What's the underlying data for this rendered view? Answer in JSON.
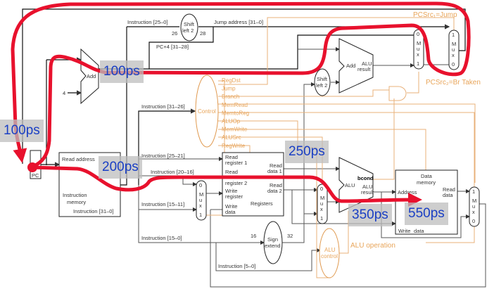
{
  "colors": {
    "path": "#e8112d",
    "control": "#e8a55a",
    "latency_text": "#1a3fc4",
    "latency_bg": "#bebebe"
  },
  "blocks": {
    "pc": "PC",
    "pc_adder": "Add",
    "const_four": "4",
    "imem": {
      "read_address": "Read address",
      "instruction": "Instruction [31–0]",
      "title1": "Instruction",
      "title2": "memory"
    },
    "shift_jump": {
      "l1": "Shift",
      "l2": "left 2",
      "in_width": "26",
      "out_width": "28"
    },
    "control": "Control",
    "registers": {
      "rr1a": "Read",
      "rr1b": "register 1",
      "rr2a": "Read",
      "rr2b": "register 2",
      "wra": "Write",
      "wrb": "register",
      "wda": "Write",
      "wdb": "data",
      "title": "Registers",
      "rd1a": "Read",
      "rd1b": "data 1",
      "rd2a": "Read",
      "rd2b": "data 2"
    },
    "sign_extend": {
      "l1": "Sign",
      "l2": "extend",
      "in_width": "16",
      "out_width": "32"
    },
    "alu_control": {
      "l1": "ALU",
      "l2": "control"
    },
    "alu": {
      "name": "ALU",
      "result1": "ALU",
      "result2": "result",
      "bcond": "bcond"
    },
    "branch_adder": {
      "name": "Add",
      "result1": "ALU",
      "result2": "result"
    },
    "shift_branch": {
      "l1": "Shift",
      "l2": "left 2"
    },
    "dmem": {
      "address": "Address",
      "read1": "Read",
      "read2": "data",
      "write1": "Write",
      "write2": "data",
      "title1": "Data",
      "title2": "memory"
    },
    "mux": {
      "m": "M",
      "u": "u",
      "x": "x",
      "zero": "0",
      "one": "1"
    }
  },
  "wires": {
    "instr_25_0": "Instruction [25–0]",
    "jump_address": "Jump address [31–0]",
    "pc4_31_28": "PC+4 [31–28]",
    "instr_31_26": "Instruction [31–26]",
    "instr_25_21": "Instruction [25–21]",
    "instr_20_16": "Instruction [20–16]",
    "instr_15_11": "Instruction [15–11]",
    "instr_15_0": "Instruction [15–0]",
    "instr_5_0": "Instruction [5–0]"
  },
  "control_signals": [
    "RegDst",
    "Jump",
    "Branch",
    "MemRead",
    "MemtoReg",
    "ALUOp",
    "MemWrite",
    "ALUSrc",
    "RegWrite"
  ],
  "pcsrc1": "PCSrc₁=Jump",
  "pcsrc2": "PCSrc₂=Br Taken",
  "alu_operation": "ALU operation",
  "latencies": {
    "pc_add": "100ps",
    "pc_loop": "100ps",
    "imem": "200ps",
    "regs": "250ps",
    "alu": "350ps",
    "dmem": "550ps"
  }
}
